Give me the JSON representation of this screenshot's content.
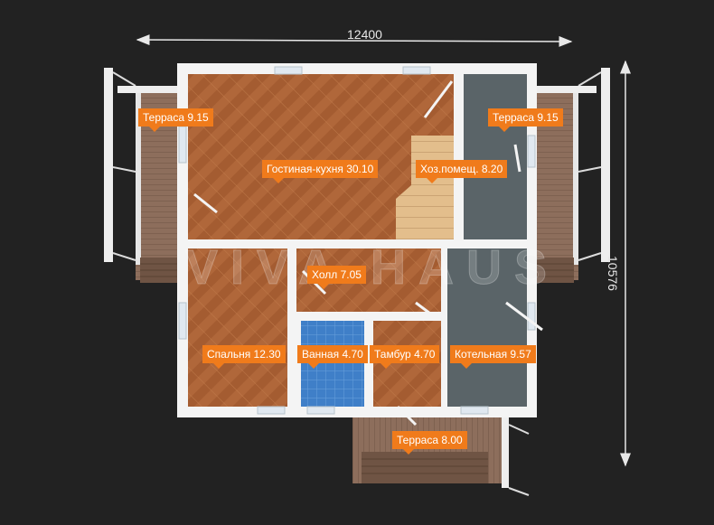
{
  "dimensions": {
    "width": "12400",
    "height": "10576"
  },
  "watermark": "VIVA HAUS",
  "rooms": {
    "terrace_left": "Терраса 9.15",
    "terrace_right": "Терраса 9.15",
    "living_kitchen": "Гостиная-кухня 30.10",
    "utility": "Хоз.помещ. 8.20",
    "hall": "Холл 7.05",
    "bedroom": "Спальня 12.30",
    "bathroom": "Ванная 4.70",
    "vestibule": "Тамбур 4.70",
    "boiler": "Котельная 9.57",
    "terrace_bottom": "Терраса 8.00"
  },
  "colors": {
    "background": "#222222",
    "wall": "#f4f4f4",
    "wood_floor": "#b0673a",
    "tile_floor": "#3f7fc8",
    "concrete_floor": "#5a6468",
    "deck": "#8d6e5c",
    "label": "#f07b1b"
  },
  "icons": {
    "arrow": "double-arrow",
    "stairs": "staircase-icon"
  }
}
